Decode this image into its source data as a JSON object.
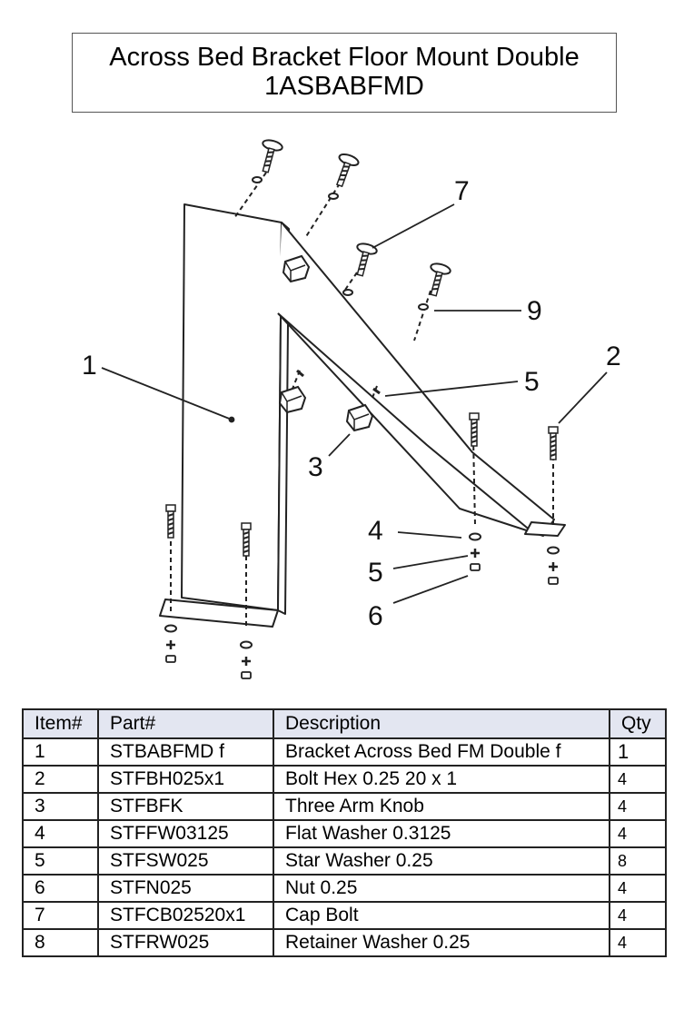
{
  "title": {
    "line1": "Across Bed Bracket Floor Mount Double",
    "line2": "1ASBABFMD"
  },
  "callouts": [
    "1",
    "2",
    "3",
    "4",
    "5",
    "5",
    "6",
    "7",
    "9"
  ],
  "table": {
    "headers": [
      "Item#",
      "Part#",
      "Description",
      "Qty"
    ],
    "rows": [
      [
        "1",
        "STBABFMD f",
        "Bracket Across Bed FM Double f",
        "1"
      ],
      [
        "2",
        "STFBH025x1",
        "Bolt Hex 0.25 20 x 1",
        "4"
      ],
      [
        "3",
        "STFBFK",
        "Three Arm Knob",
        "4"
      ],
      [
        "4",
        "STFFW03125",
        "Flat Washer 0.3125",
        "4"
      ],
      [
        "5",
        "STFSW025",
        "Star Washer 0.25",
        "8"
      ],
      [
        "6",
        "STFN025",
        "Nut 0.25",
        "4"
      ],
      [
        "7",
        "STFCB02520x1",
        "Cap Bolt",
        "4"
      ],
      [
        "8",
        "STFRW025",
        "Retainer Washer 0.25",
        "4"
      ]
    ]
  },
  "colors": {
    "line": "#222222",
    "header_bg": "#e3e6f1"
  }
}
